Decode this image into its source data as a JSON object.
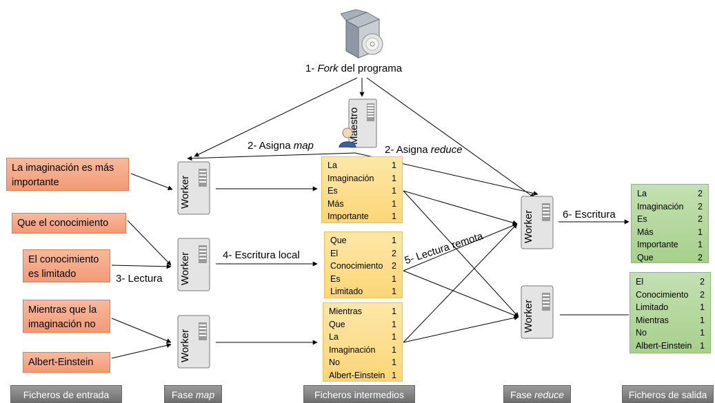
{
  "program": {
    "step": "1- ",
    "word": "Fork",
    "rest": " del programa"
  },
  "master": {
    "label": "Maestro"
  },
  "steps": {
    "assign_map_prefix": "2- Asigna ",
    "assign_map_word": "map",
    "assign_reduce_prefix": "2- Asigna ",
    "assign_reduce_word": "reduce",
    "read": "3- Lectura",
    "local_write": "4- Escritura local",
    "remote_read": "5- Lectura remota",
    "write": "6- Escritura"
  },
  "worker_label": "Worker",
  "inputs": [
    {
      "text": "La imaginación es más importante"
    },
    {
      "text": "Que el conocimiento"
    },
    {
      "text": "El conocimiento es limitado"
    },
    {
      "text": "Mientras que la imaginación no"
    },
    {
      "text": "Albert-Einstein"
    }
  ],
  "intermediate": [
    [
      {
        "w": "La",
        "n": "1"
      },
      {
        "w": "Imaginación",
        "n": "1"
      },
      {
        "w": "Es",
        "n": "1"
      },
      {
        "w": "Más",
        "n": "1"
      },
      {
        "w": "Importante",
        "n": "1"
      }
    ],
    [
      {
        "w": "Que",
        "n": "1"
      },
      {
        "w": "El",
        "n": "2"
      },
      {
        "w": "Conocimiento",
        "n": "2"
      },
      {
        "w": "Es",
        "n": "1"
      },
      {
        "w": "Limitado",
        "n": "1"
      }
    ],
    [
      {
        "w": "Mientras",
        "n": "1"
      },
      {
        "w": "Que",
        "n": "1"
      },
      {
        "w": "La",
        "n": "1"
      },
      {
        "w": "Imaginación",
        "n": "1"
      },
      {
        "w": "No",
        "n": "1"
      },
      {
        "w": "Albert-Einstein",
        "n": "1"
      }
    ]
  ],
  "outputs": [
    [
      {
        "w": "La",
        "n": "2"
      },
      {
        "w": "Imaginación",
        "n": "2"
      },
      {
        "w": "Es",
        "n": "2"
      },
      {
        "w": "Más",
        "n": "1"
      },
      {
        "w": "Importante",
        "n": "1"
      },
      {
        "w": "Que",
        "n": "2"
      }
    ],
    [
      {
        "w": "El",
        "n": "2"
      },
      {
        "w": "Conocimiento",
        "n": "2"
      },
      {
        "w": "Limitado",
        "n": "1"
      },
      {
        "w": "Mientras",
        "n": "1"
      },
      {
        "w": "No",
        "n": "1"
      },
      {
        "w": "Albert-Einstein",
        "n": "1"
      }
    ]
  ],
  "footer": {
    "input_files": "Ficheros de entrada",
    "map_phase_prefix": "Fase ",
    "map_phase_word": "map",
    "intermediate_files": "Ficheros intermedios",
    "reduce_phase_prefix": "Fase ",
    "reduce_phase_word": "reduce",
    "output_files": "Ficheros de salida"
  },
  "colors": {
    "input_fill": "#f4a582",
    "intermediate_fill": "#fcd97d",
    "output_fill": "#a9d18e",
    "footer_fill": "#7f7f7f",
    "server_body": "#dcdcdc"
  },
  "icons": [
    "program-package-icon",
    "master-server-icon",
    "user-icon",
    "worker-server-icon"
  ]
}
